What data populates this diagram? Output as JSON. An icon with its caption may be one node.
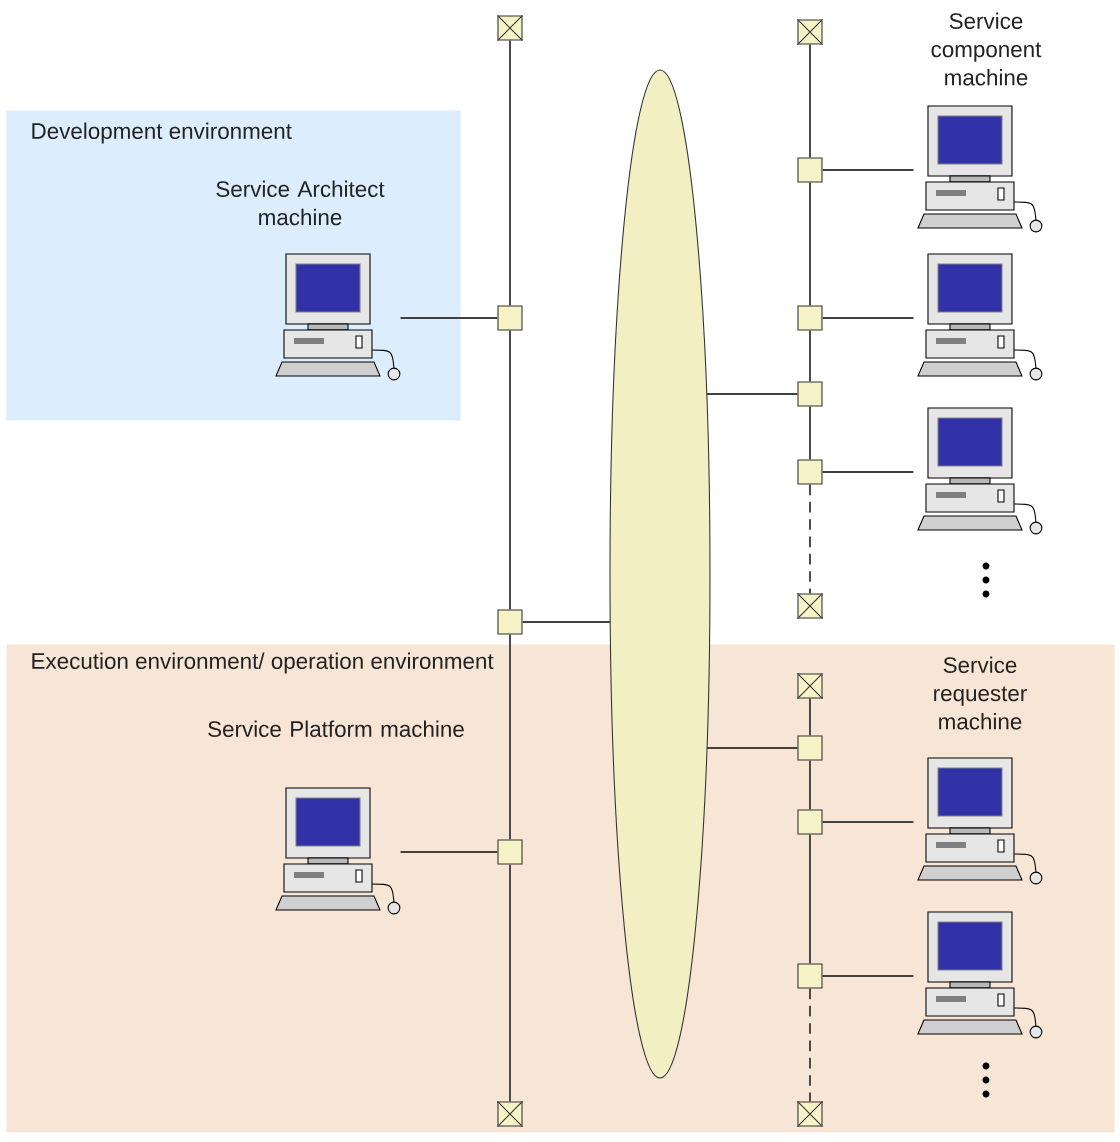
{
  "diagram": {
    "nodes": [
      {
        "text": [
          "Development environment"
        ]
      },
      {
        "text": [
          "Execution environment/ operation environment"
        ]
      },
      {
        "text": [],
        "shape": "ellipse"
      },
      {
        "text": [],
        "shape": "terminator"
      },
      {
        "text": [],
        "shape": "box"
      },
      {
        "text": [],
        "shape": "box"
      },
      {
        "text": [],
        "shape": "box",
        "in": 1
      },
      {
        "text": [],
        "shape": "terminator",
        "in": 1
      },
      {
        "text": [],
        "shape": "terminator"
      },
      {
        "text": [],
        "shape": "box"
      },
      {
        "text": [],
        "shape": "box"
      },
      {
        "text": [],
        "shape": "box"
      },
      {
        "text": [],
        "shape": "box"
      },
      {
        "text": [],
        "shape": "terminator"
      },
      {
        "text": [],
        "shape": "terminator",
        "in": 1
      },
      {
        "text": [],
        "shape": "box",
        "in": 1
      },
      {
        "text": [],
        "shape": "box",
        "in": 1
      },
      {
        "text": [],
        "shape": "box",
        "in": 1
      },
      {
        "text": [],
        "shape": "terminator",
        "in": 1
      },
      {
        "text": [],
        "shape": "picture",
        "in": 0,
        "beside": [
          "Service Architect machine"
        ]
      },
      {
        "text": [],
        "shape": "picture",
        "in": 1,
        "beside": [
          "Service Platform machine"
        ]
      },
      {
        "text": [],
        "shape": "picture",
        "beside": [
          "Service component machine"
        ]
      },
      {
        "text": [],
        "shape": "picture"
      },
      {
        "text": [],
        "shape": "picture"
      },
      {
        "text": [],
        "shape": "picture",
        "in": 1,
        "beside": [
          "Service requester machine"
        ]
      },
      {
        "text": [],
        "shape": "picture",
        "in": 1
      }
    ],
    "edges": [
      {
        "from": 3,
        "to": 4,
        "arrow": "none"
      },
      {
        "from": 4,
        "to": 5,
        "arrow": "none"
      },
      {
        "from": 5,
        "to": 6,
        "arrow": "none"
      },
      {
        "from": 6,
        "to": 7,
        "arrow": "none"
      },
      {
        "from": 8,
        "to": 9,
        "arrow": "none"
      },
      {
        "from": 9,
        "to": 10,
        "arrow": "none"
      },
      {
        "from": 10,
        "to": 11,
        "arrow": "none"
      },
      {
        "from": 11,
        "to": 12,
        "arrow": "none"
      },
      {
        "from": 12,
        "to": 13,
        "arrow": "none",
        "style": "dashed"
      },
      {
        "from": 14,
        "to": 15,
        "arrow": "none"
      },
      {
        "from": 15,
        "to": 16,
        "arrow": "none"
      },
      {
        "from": 16,
        "to": 17,
        "arrow": "none"
      },
      {
        "from": 17,
        "to": 18,
        "arrow": "none",
        "style": "dashed"
      },
      {
        "from": 19,
        "to": 4,
        "arrow": "none"
      },
      {
        "from": 20,
        "to": 6,
        "arrow": "none"
      },
      {
        "from": 21,
        "to": 9,
        "arrow": "none"
      },
      {
        "from": 22,
        "to": 10,
        "arrow": "none"
      },
      {
        "from": 23,
        "to": 12,
        "arrow": "none"
      },
      {
        "from": 24,
        "to": 16,
        "arrow": "none"
      },
      {
        "from": 25,
        "to": 17,
        "arrow": "none"
      },
      {
        "from": 5,
        "to": 2,
        "arrow": "none"
      },
      {
        "from": 2,
        "to": 11,
        "arrow": "none"
      },
      {
        "from": 2,
        "to": 15,
        "arrow": "none"
      }
    ]
  }
}
